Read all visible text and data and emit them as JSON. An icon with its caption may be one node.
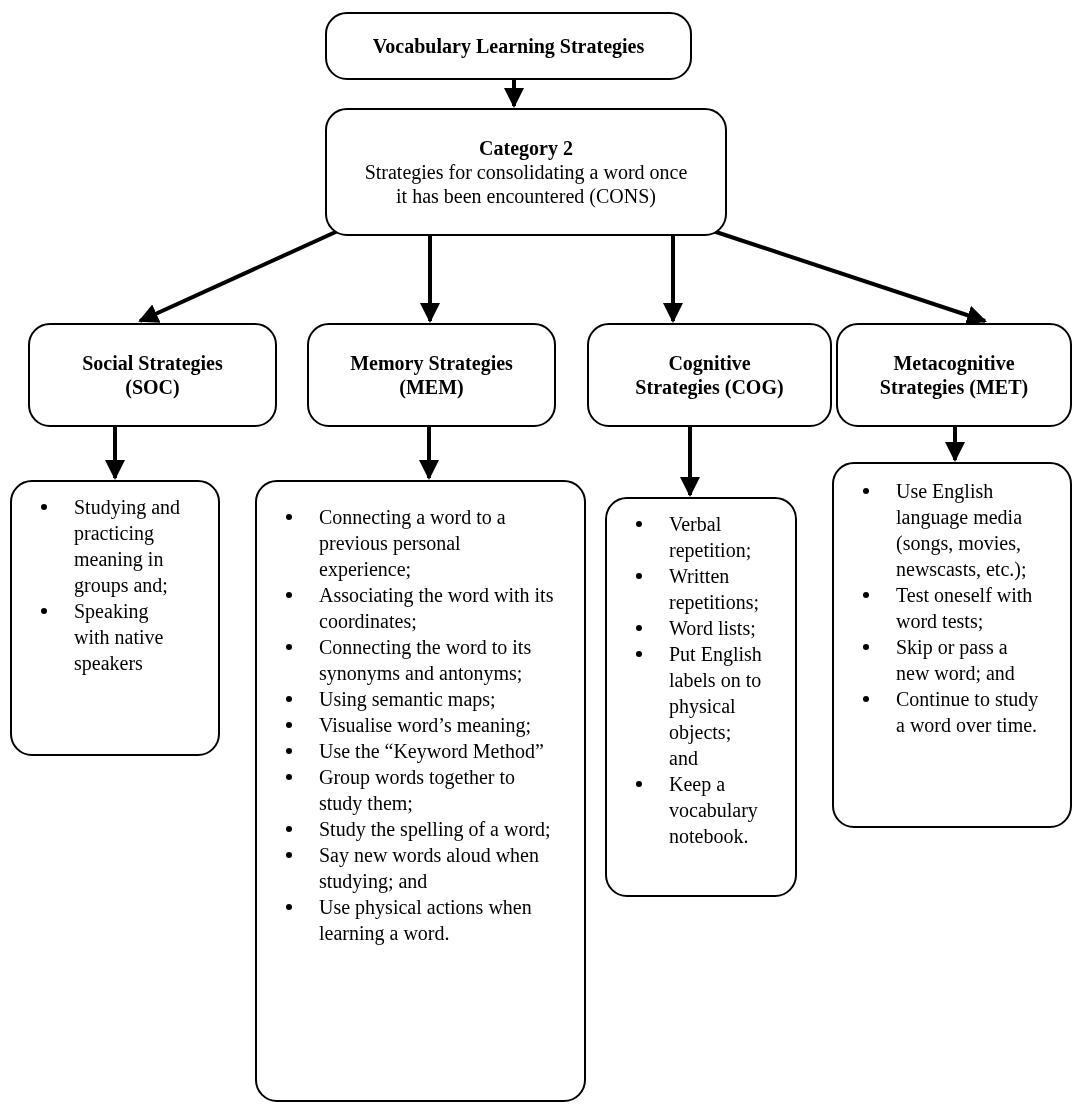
{
  "diagram": {
    "nodes": [
      {
        "text": [
          "Vocabulary Learning Strategies"
        ]
      },
      {
        "text": [
          "Category 2",
          "Strategies for consolidating a word once it has been encountered (CONS)"
        ]
      },
      {
        "text": [
          "Social Strategies (SOC)"
        ]
      },
      {
        "text": [
          "Memory Strategies (MEM)"
        ]
      },
      {
        "text": [
          "Cognitive Strategies (COG)"
        ]
      },
      {
        "text": [
          "Metacognitive Strategies (MET)"
        ]
      },
      {
        "text": [
          "Studying and practicing meaning in groups and;",
          "Speaking with native speakers"
        ]
      },
      {
        "text": [
          "Connecting a word to a previous personal experience;",
          "Associating the word with its coordinates;",
          "Connecting the word to its synonyms and antonyms;",
          "Using semantic maps;",
          "Visualise word’s meaning;",
          "Use the “Keyword Method”",
          "Group words together to study them;",
          "Study the spelling of a word;",
          "Say new words aloud when studying; and",
          "Use physical actions when learning a word."
        ]
      },
      {
        "text": [
          "Verbal repetition;",
          "Written repetitions;",
          "Word lists;",
          "Put English labels on to physical objects; and",
          "Keep a vocabulary notebook."
        ]
      },
      {
        "text": [
          "Use English language media (songs, movies, newscasts, etc.);",
          "Test oneself with word tests;",
          "Skip or pass a new word; and",
          "Continue to study a word over time."
        ]
      }
    ],
    "edges": [
      {
        "from": 0,
        "to": 1,
        "arrow": "to"
      },
      {
        "from": 1,
        "to": 2,
        "arrow": "to"
      },
      {
        "from": 1,
        "to": 3,
        "arrow": "to"
      },
      {
        "from": 1,
        "to": 4,
        "arrow": "to"
      },
      {
        "from": 1,
        "to": 5,
        "arrow": "to"
      },
      {
        "from": 2,
        "to": 6,
        "arrow": "to"
      },
      {
        "from": 3,
        "to": 7,
        "arrow": "to"
      },
      {
        "from": 4,
        "to": 8,
        "arrow": "to"
      },
      {
        "from": 5,
        "to": 9,
        "arrow": "to"
      }
    ]
  }
}
